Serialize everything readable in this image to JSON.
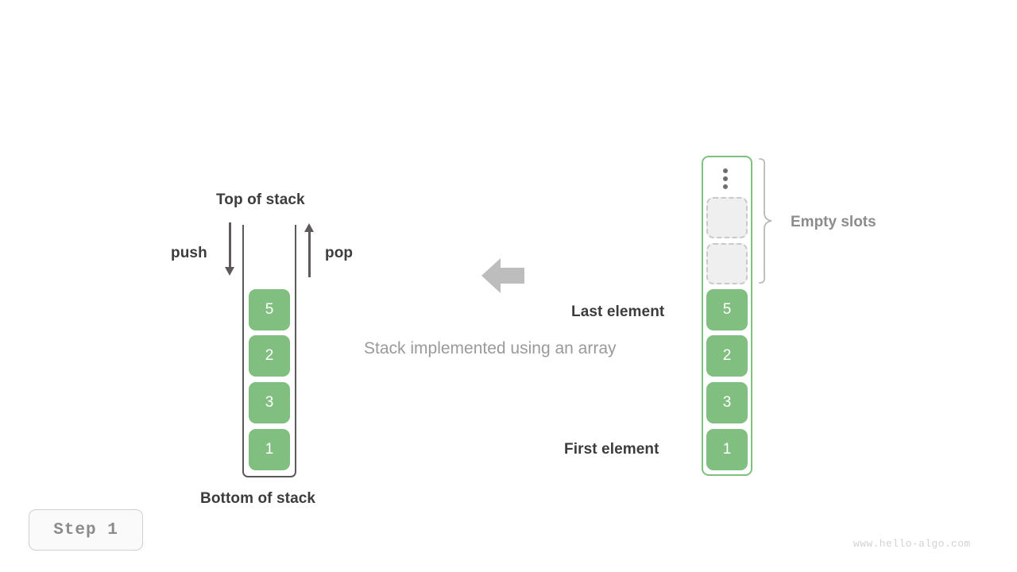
{
  "diagram": {
    "title_top": "Top of stack",
    "title_bottom": "Bottom of stack",
    "caption": "Stack implemented using an array",
    "push_label": "push",
    "pop_label": "pop",
    "empty_slots_label": "Empty slots",
    "last_element_label": "Last element",
    "first_element_label": "First element",
    "ellipsis_icon": "vertical-ellipsis-icon",
    "transform_arrow_icon": "left-arrow-icon",
    "colors": {
      "cell_green": "#81bf81",
      "array_border_green": "#7fbf7f",
      "wall_gray": "#5a5a5a",
      "text_dark": "#3c3c3c",
      "text_gray": "#8c8c8c",
      "caption_gray": "#9a9a9a",
      "empty_slot_fill": "#efefef",
      "empty_slot_border": "#c9c9c9",
      "big_arrow_gray": "#bdbdbd",
      "watermark_gray": "#d2d2d2"
    }
  },
  "stack": {
    "name": "stack-visualization",
    "values_top_to_bottom": [
      "5",
      "2",
      "3",
      "1"
    ]
  },
  "array": {
    "name": "array-visualization",
    "empty_slot_count": 2,
    "values_top_to_bottom": [
      "5",
      "2",
      "3",
      "1"
    ]
  },
  "footer": {
    "step_label": "Step  1",
    "watermark": "www.hello-algo.com"
  }
}
